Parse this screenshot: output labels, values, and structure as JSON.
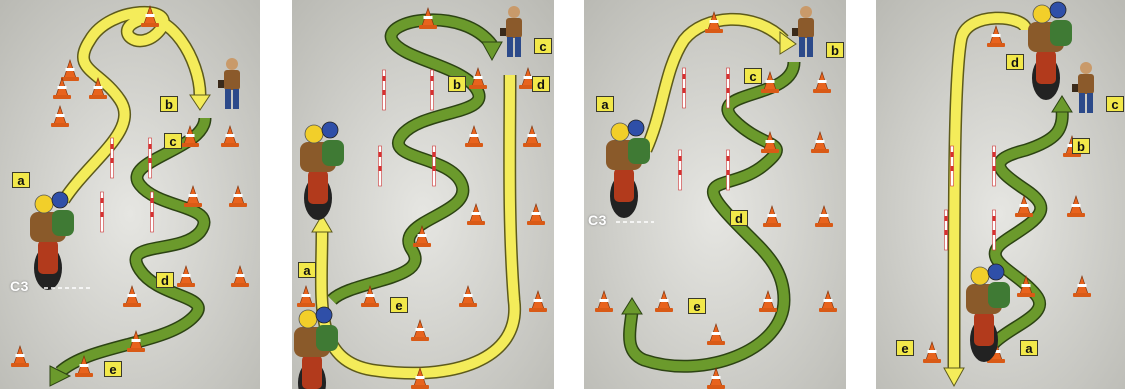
{
  "panels": [
    {
      "labels": {
        "a": "a",
        "b": "b",
        "c": "c",
        "d": "d",
        "e": "e"
      },
      "marker": "C3"
    },
    {
      "labels": {
        "a": "a",
        "b": "b",
        "c": "c",
        "d": "d",
        "e": "e"
      }
    },
    {
      "labels": {
        "a": "a",
        "b": "b",
        "c": "c",
        "d": "d",
        "e": "e"
      },
      "marker": "C3"
    },
    {
      "labels": {
        "a": "a",
        "b": "b",
        "c": "c",
        "d": "d",
        "e": "e"
      }
    }
  ],
  "colors": {
    "yellow_path": "#f4ec5a",
    "green_path": "#6b9a2c",
    "cone": "#e8631d",
    "label_bg": "#f2e84a",
    "ground": "#cfcfca"
  },
  "icons": [
    "traffic-cone-icon",
    "motorcycle-rider-icon",
    "instructor-icon",
    "pole-icon",
    "direction-arrow-icon"
  ]
}
